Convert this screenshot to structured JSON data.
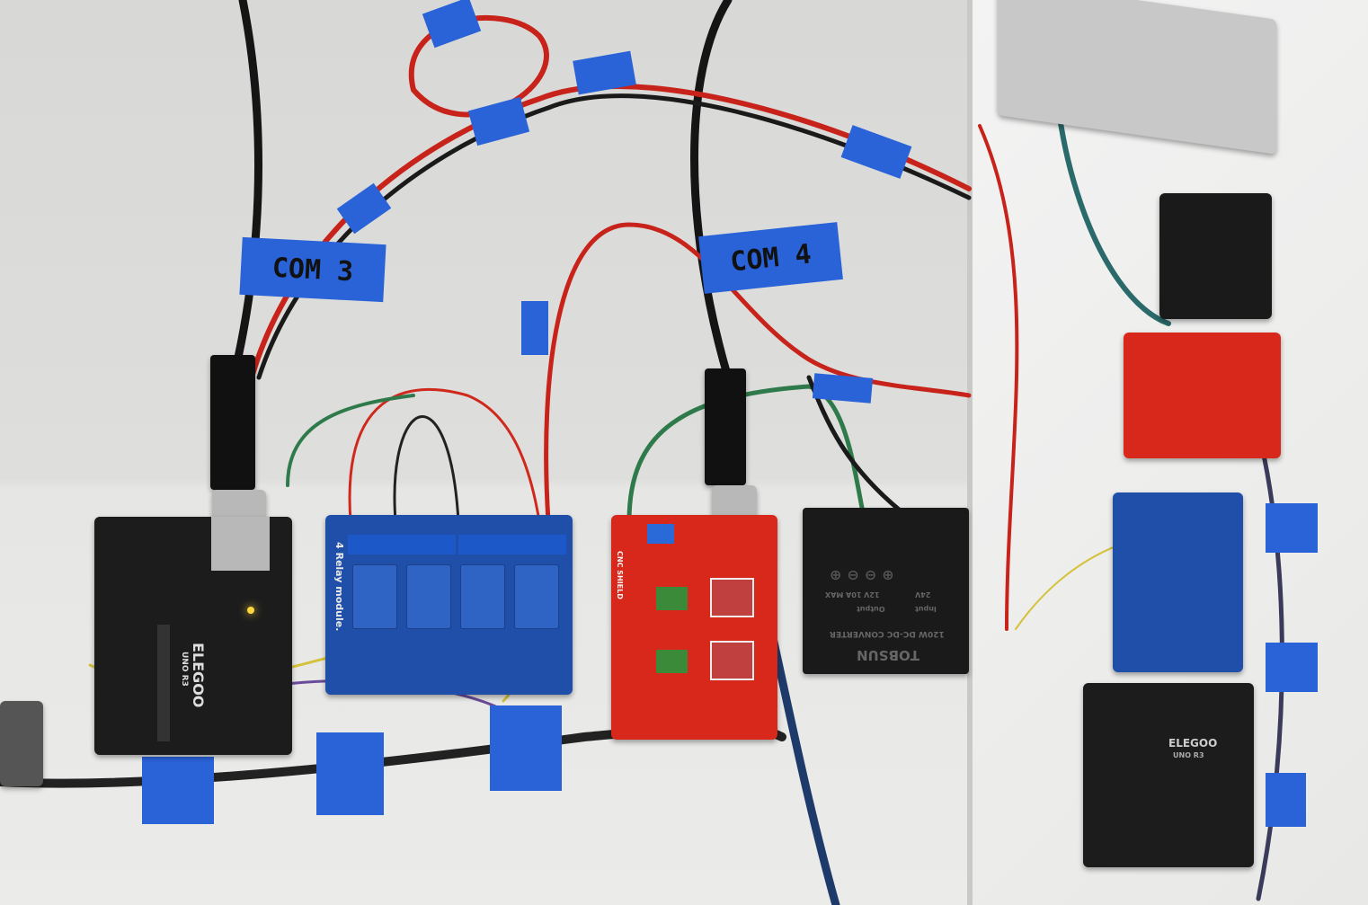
{
  "labels": {
    "com3": "COM 3",
    "com4": "COM 4"
  },
  "arduino_left": {
    "brand": "ELEGOO",
    "model": "UNO R3"
  },
  "relay_module": {
    "title": "4 Relay module."
  },
  "cnc_shield": {
    "title": "CNC SHIELD"
  },
  "converter": {
    "brand": "TOBSUN",
    "title": "120W DC-DC CONVERTER",
    "output_label": "Output",
    "input_label": "Input",
    "output_spec": "12V 10A MAX",
    "input_spec": "24V"
  },
  "arduino_right": {
    "brand": "ELEGOO",
    "model": "UNO R3"
  },
  "colors": {
    "tape": "#2a62d8",
    "arduino": "#1c1c1c",
    "relay_board": "#1f4fa8",
    "cnc_board": "#d8281c",
    "converter": "#1a1a1a",
    "wall": "#e4e4e2"
  }
}
